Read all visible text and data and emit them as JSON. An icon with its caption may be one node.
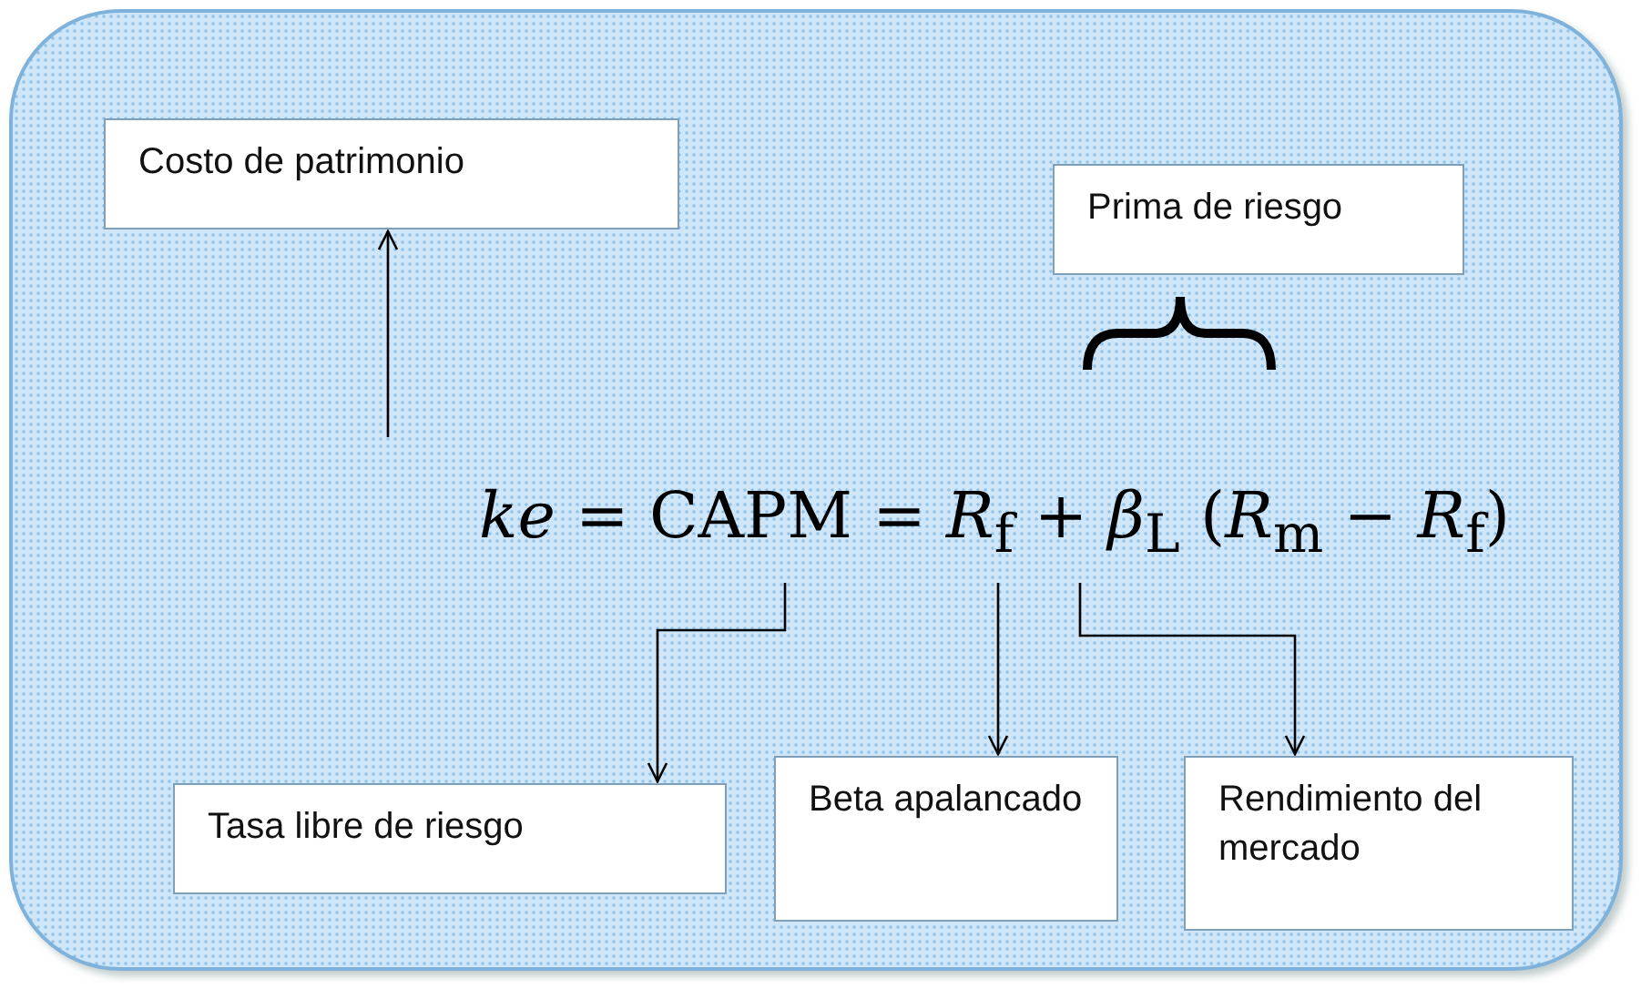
{
  "diagram": {
    "nodes": [
      {
        "text": [
          "Costo de patrimonio"
        ]
      },
      {
        "text": [
          "Prima de riesgo"
        ]
      },
      {
        "text": [
          "*ke* = CAPM = *R*$_{f}$ + *β*$_{L}$ (*R*$_{m}$ − *R*$_{f}$)"
        ]
      },
      {
        "text": [
          "Tasa libre de riesgo"
        ]
      },
      {
        "text": [
          "Beta apalancado"
        ]
      },
      {
        "text": [
          "Rendimiento del mercado"
        ]
      }
    ],
    "edges": [
      {
        "from": 2,
        "to": 0,
        "arrow": "to"
      },
      {
        "from": 2,
        "to": 3,
        "arrow": "to"
      },
      {
        "from": 2,
        "to": 4,
        "arrow": "to"
      },
      {
        "from": 2,
        "to": 5,
        "arrow": "to"
      }
    ]
  }
}
